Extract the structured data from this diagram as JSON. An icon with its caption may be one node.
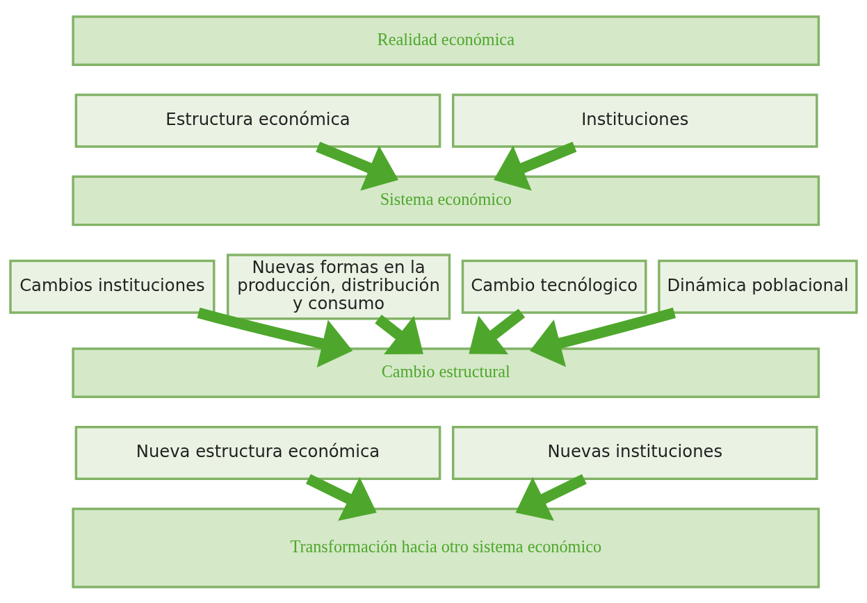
{
  "diagram": {
    "nodes": [
      {
        "text": [
          "Realidad económica"
        ]
      },
      {
        "text": [
          "Estructura económica"
        ]
      },
      {
        "text": [
          "Instituciones"
        ]
      },
      {
        "text": [
          "Sistema económico"
        ]
      },
      {
        "text": [
          "Cambios instituciones"
        ]
      },
      {
        "text": [
          "Nuevas formas en la producción, distribución y consumo"
        ]
      },
      {
        "text": [
          "Cambio tecnólogico"
        ]
      },
      {
        "text": [
          "Dinámica poblacional"
        ]
      },
      {
        "text": [
          "Cambio estructural"
        ]
      },
      {
        "text": [
          "Nueva estructura económica"
        ]
      },
      {
        "text": [
          "Nuevas instituciones"
        ]
      },
      {
        "text": [
          "Transformación hacia otro sistema económico"
        ]
      }
    ],
    "edges": [
      {
        "from": 1,
        "to": 3,
        "arrow": "to"
      },
      {
        "from": 2,
        "to": 3,
        "arrow": "to"
      },
      {
        "from": 4,
        "to": 8,
        "arrow": "to"
      },
      {
        "from": 5,
        "to": 8,
        "arrow": "to"
      },
      {
        "from": 6,
        "to": 8,
        "arrow": "to"
      },
      {
        "from": 7,
        "to": 8,
        "arrow": "to"
      },
      {
        "from": 9,
        "to": 11,
        "arrow": "to"
      },
      {
        "from": 10,
        "to": 11,
        "arrow": "to"
      }
    ]
  }
}
